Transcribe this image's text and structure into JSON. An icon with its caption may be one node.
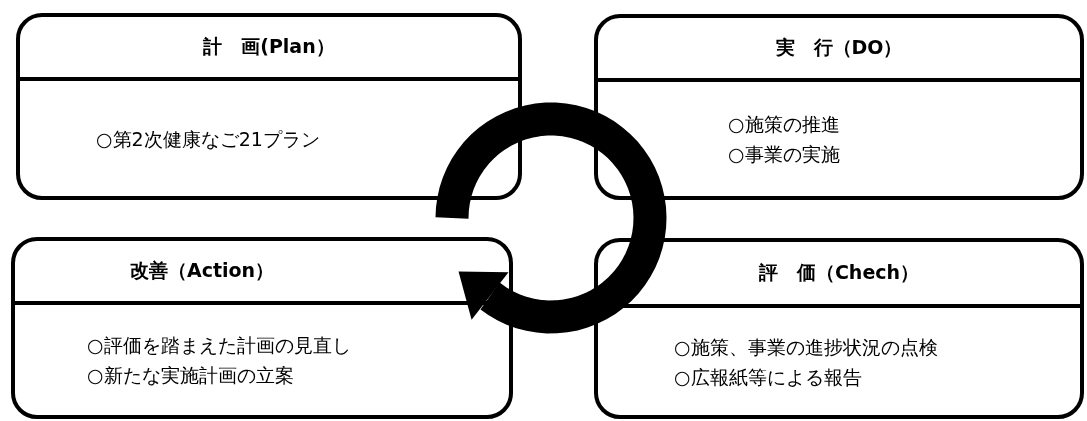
{
  "diagram": {
    "nodes": [
      {
        "text": [
          "計　画(Plan）",
          "○第2次健康なご21プラン"
        ]
      },
      {
        "text": [
          "実　行（DO）",
          "○施策の推進",
          "○事業の実施"
        ]
      },
      {
        "text": [
          "改善（Action）",
          "○評価を踏まえた計画の見直し",
          "○新たな実施計画の立案"
        ]
      },
      {
        "text": [
          "評　価（Chech）",
          "○施策、事業の進捗状況の点検",
          "○広報紙等による報告"
        ]
      }
    ]
  }
}
